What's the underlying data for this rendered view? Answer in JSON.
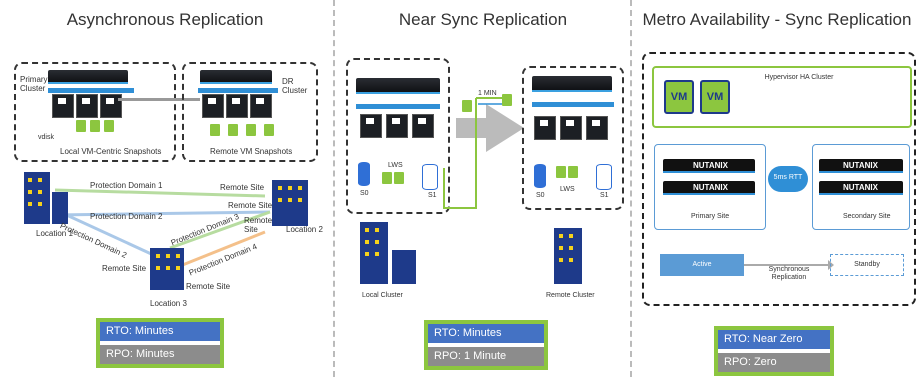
{
  "async": {
    "title": "Asynchronous Replication",
    "primary_cluster": "Primary Cluster",
    "dr_cluster": "DR Cluster",
    "vdisk": "vdisk",
    "local_snapshots": "Local VM-Centric Snapshots",
    "remote_snapshots": "Remote VM Snapshots",
    "pd1": "Protection Domain 1",
    "pd2": "Protection Domain 2",
    "pd2b": "Protection Domain 2",
    "pd3": "Protection Domain 3",
    "pd4": "Protection Domain 4",
    "remote_site_1": "Remote Site",
    "remote_site_2": "Remote Site",
    "remote_site_3": "Remote Site",
    "remote_site_4": "Remote Site",
    "remote_site_5": "Remote Site",
    "location1": "Location 1",
    "location2": "Location 2",
    "location3": "Location 3",
    "rto": "RTO: Minutes",
    "rpo": "RPO: Minutes"
  },
  "nearsync": {
    "title": "Near Sync Replication",
    "interval": "1 MIN",
    "lws1": "LWS",
    "lws2": "LWS",
    "s0a": "S0",
    "s1a": "S1",
    "s0b": "S0",
    "s1b": "S1",
    "local_cluster": "Local Cluster",
    "remote_cluster": "Remote Cluster",
    "rto": "RTO: Minutes",
    "rpo": "RPO: 1 Minute"
  },
  "metro": {
    "title": "Metro Availability - Sync Replication",
    "hypervisor_ha": "Hypervisor HA Cluster",
    "vm1": "VM",
    "vm2": "VM",
    "brand": "NUTANIX",
    "rtt": "5ms RTT",
    "primary_site": "Primary Site",
    "secondary_site": "Secondary Site",
    "active": "Active",
    "standby": "Standby",
    "sync_repl": "Synchronous Replication",
    "rto": "RTO:  Near Zero",
    "rpo": "RPO: Zero"
  },
  "colors": {
    "accent_green": "#8cc63f",
    "rto_blue": "#4472c4",
    "rpo_gray": "#8c8c8c",
    "building_blue": "#1e3a8a"
  }
}
